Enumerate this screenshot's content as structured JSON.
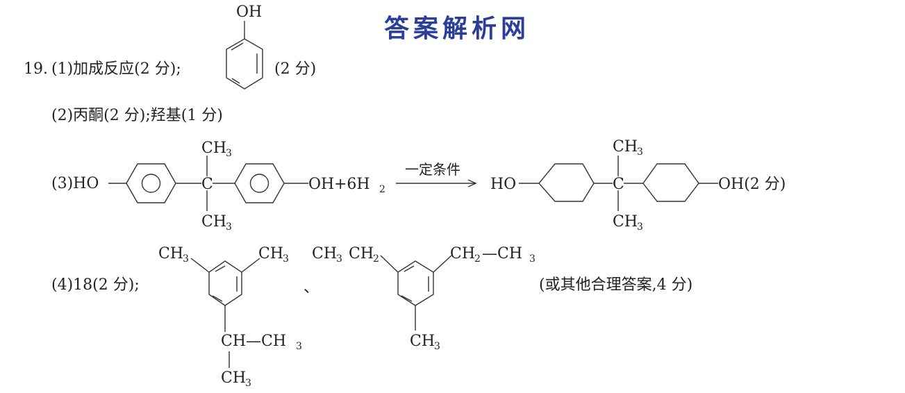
{
  "watermark": "答案解析网",
  "q19": {
    "num": "19.",
    "p1": {
      "label": "(1)加成反应(2 分);",
      "oh": "OH",
      "score": "(2 分)"
    },
    "p2": {
      "text": "(2)丙酮(2 分);羟基(1 分)"
    },
    "p3": {
      "label": "(3)HO",
      "ch3": "CH",
      "ch3_sub": "3",
      "c": "C",
      "oh": "OH",
      "plus_h2": "+6H",
      "h2_sub": "2",
      "condition": "一定条件",
      "product_ho": "HO",
      "product_oh_score": "OH(2 分)"
    },
    "p4": {
      "label": "(4)18(2 分);",
      "sep": "、",
      "note": "(或其他合理答案,4 分)",
      "s1": {
        "ch3": "CH",
        "sub": "3",
        "ch": "CH—CH"
      },
      "s2": {
        "ch3ch2": "CH",
        "ch2": "CH",
        "ch2ch3": "—CH"
      }
    }
  }
}
